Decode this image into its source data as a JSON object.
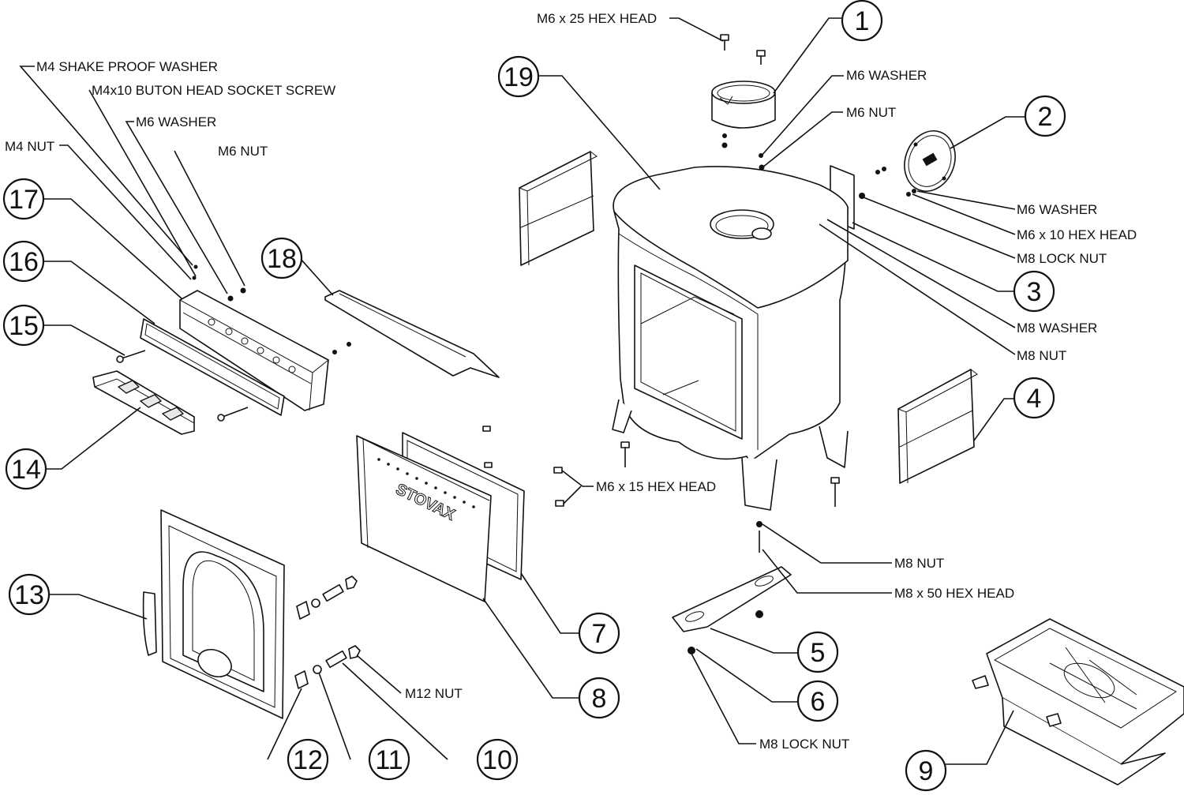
{
  "callouts": {
    "c1": "1",
    "c2": "2",
    "c3": "3",
    "c4": "4",
    "c5": "5",
    "c6": "6",
    "c7": "7",
    "c8": "8",
    "c9": "9",
    "c10": "10",
    "c11": "11",
    "c12": "12",
    "c13": "13",
    "c14": "14",
    "c15": "15",
    "c16": "16",
    "c17": "17",
    "c18": "18",
    "c19": "19"
  },
  "labels": {
    "m6x25_hex_head": "M6 x 25 HEX HEAD",
    "m4_shake_proof_washer": "M4 SHAKE PROOF WASHER",
    "m4x10_button_head": "M4x10 BUTON HEAD SOCKET SCREW",
    "m6_washer_left": "M6 WASHER",
    "m4_nut": "M4 NUT",
    "m6_nut_left": "M6 NUT",
    "m6_washer_top": "M6 WASHER",
    "m6_nut_top": "M6 NUT",
    "m6_washer_right": "M6 WASHER",
    "m6x10_hex_head": "M6 x 10 HEX HEAD",
    "m8_lock_nut_right": "M8 LOCK NUT",
    "m8_washer": "M8 WASHER",
    "m8_nut_right": "M8 NUT",
    "m6x15_hex_head": "M6 x 15 HEX HEAD",
    "m8_nut_bottom": "M8 NUT",
    "m8x50_hex_head": "M8 x 50 HEX HEAD",
    "m8_lock_nut_bottom": "M8 LOCK NUT",
    "m12_nut": "M12  NUT"
  },
  "door_logo": "STOVAX",
  "icons": [
    "hex-bolt-icon",
    "washer-icon",
    "nut-icon"
  ]
}
